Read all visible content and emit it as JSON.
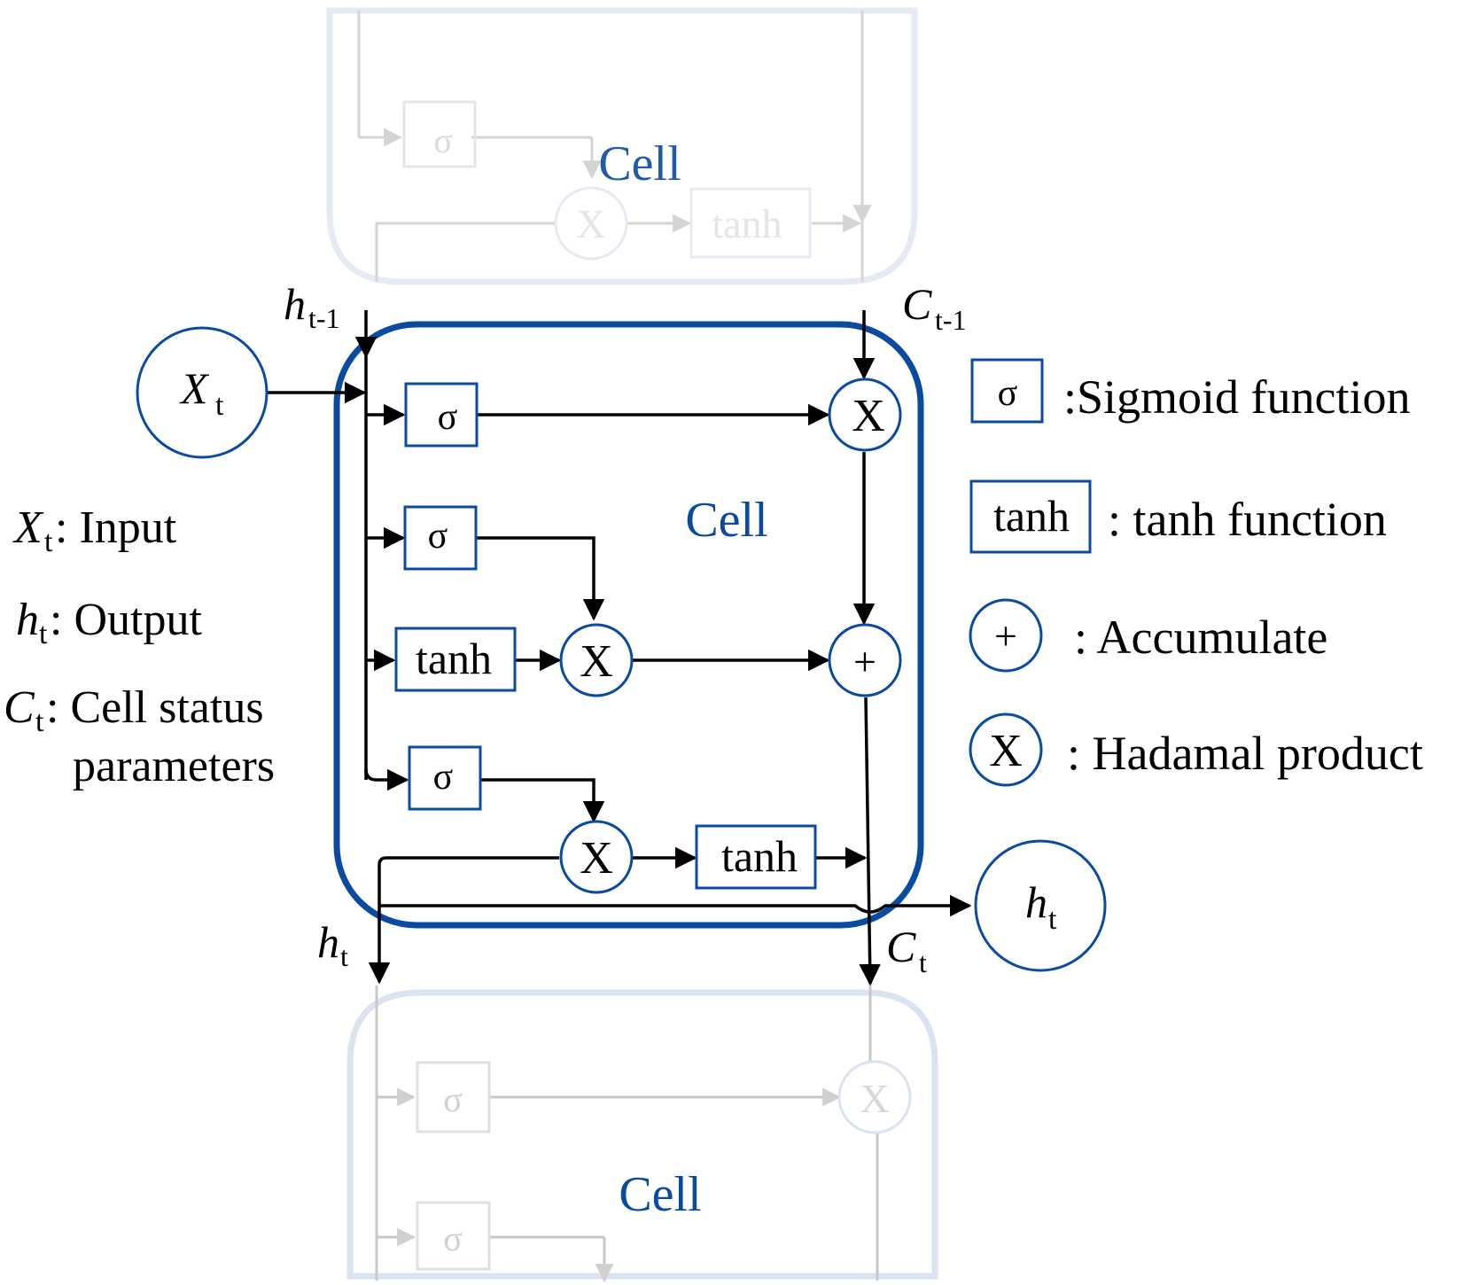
{
  "cell_label": "Cell",
  "blocks": {
    "sigma": "σ",
    "tanh": "tanh",
    "times": "X",
    "plus": "+"
  },
  "symbols": {
    "X": "X",
    "h": "h",
    "C": "C",
    "sub_t": "t",
    "sub_t_minus_1": "t-1"
  },
  "definitions": {
    "input": ": Input",
    "output": ": Output",
    "cell_status_line1": ": Cell status",
    "cell_status_line2": "parameters"
  },
  "legend": {
    "sigmoid": ":Sigmoid function",
    "tanh": ": tanh function",
    "accumulate": ":  Accumulate",
    "hadamal": ": Hadamal product"
  },
  "colors": {
    "primary": "#0a4ba0",
    "line": "#000000",
    "faded_line": "#c9c9c9",
    "faded_frame": "#dbe3f0"
  }
}
